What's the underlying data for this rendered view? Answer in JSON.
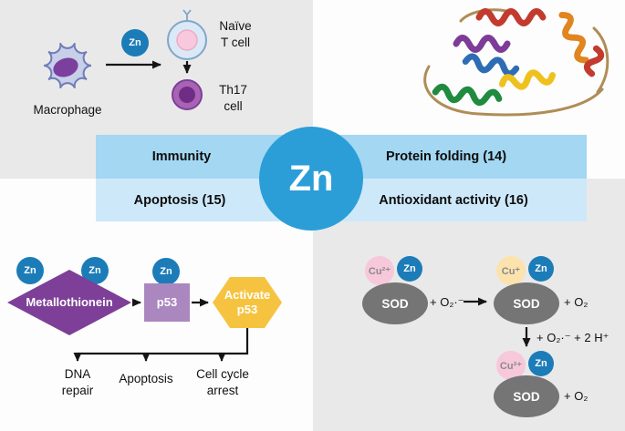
{
  "zn_label": "Zn",
  "colors": {
    "zn_core": "#2b9ed8",
    "zn_chip": "#1c7cb8",
    "band_top": "#a3d7f2",
    "band_bottom": "#cde9f9",
    "metallothionein": "#7d3f98",
    "p53_box": "#ab87bf",
    "activate_p53_hex": "#f6c341",
    "sod_ellipse": "#757575",
    "cu2_chip": "#f7c8da",
    "cu1_chip": "#fce3ae",
    "quad_gray": "#e9e9e9"
  },
  "immunity_panel": {
    "macrophage": "Macrophage",
    "naive_t": "Naïve\nT cell",
    "th17": "Th17\ncell"
  },
  "bands": {
    "immunity": "Immunity",
    "protein_folding": "Protein folding (14)",
    "apoptosis": "Apoptosis (15)",
    "antioxidant": "Antioxidant activity (16)",
    "zn_center": "Zn"
  },
  "apoptosis_panel": {
    "metallothionein": "Metallothionein",
    "p53": "p53",
    "activate_p53": "Activate\np53",
    "dna_repair": "DNA\nrepair",
    "apoptosis": "Apoptosis",
    "cell_cycle": "Cell cycle\narrest"
  },
  "antioxidant_panel": {
    "sod": "SOD",
    "cu2": "Cu²⁺",
    "cu1": "Cu⁺",
    "superoxide": "+ O₂·⁻",
    "oxygen": "+ O₂",
    "step2": "+ O₂·⁻ + 2 H⁺"
  }
}
